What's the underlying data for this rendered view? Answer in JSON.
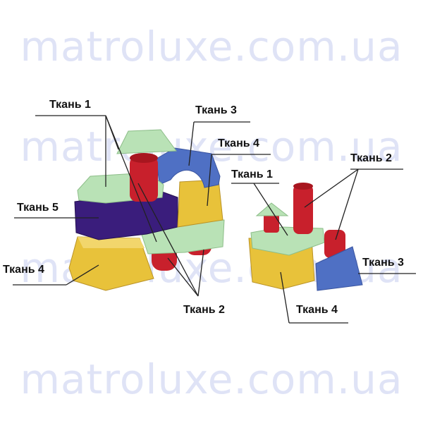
{
  "watermark": [
    "matroluxe.com.ua",
    "matroluxe.com.ua",
    "matroluxe.com.ua",
    "matroluxe.com.ua"
  ],
  "labels": {
    "fabric1_left": "Ткань 1",
    "fabric3_left": "Ткань 3",
    "fabric4_top": "Ткань 4",
    "fabric5": "Ткань 5",
    "fabric4_left": "Ткань 4",
    "fabric2_bottom": "Ткань 2",
    "fabric1_right": "Ткань 1",
    "fabric2_right": "Ткань 2",
    "fabric3_right": "Ткань 3",
    "fabric4_right": "Ткань 4"
  },
  "colors": {
    "fabric1": "#b9e2b6",
    "fabric2": "#c8202c",
    "fabric3": "#4f70c4",
    "fabric4": "#e8c23a",
    "fabric5": "#3a1d7c",
    "watermark": "#dfe3f6"
  }
}
